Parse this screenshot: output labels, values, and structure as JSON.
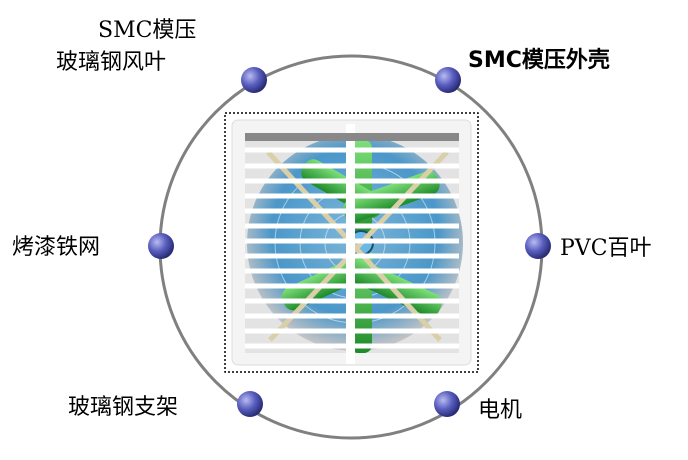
{
  "labels": {
    "top_left_line1": "SMC模压",
    "top_left_line2": "玻璃钢风叶",
    "top_right": "SMC模压外壳",
    "left": "烤漆铁网",
    "right": "PVC百叶",
    "bottom_left": "玻璃钢支架",
    "bottom_right": "电机"
  },
  "colors": {
    "ring": "#808080",
    "dot": "#3a3d9a",
    "blade": "#3cb043",
    "fan_bg": "#4f9ccc"
  }
}
